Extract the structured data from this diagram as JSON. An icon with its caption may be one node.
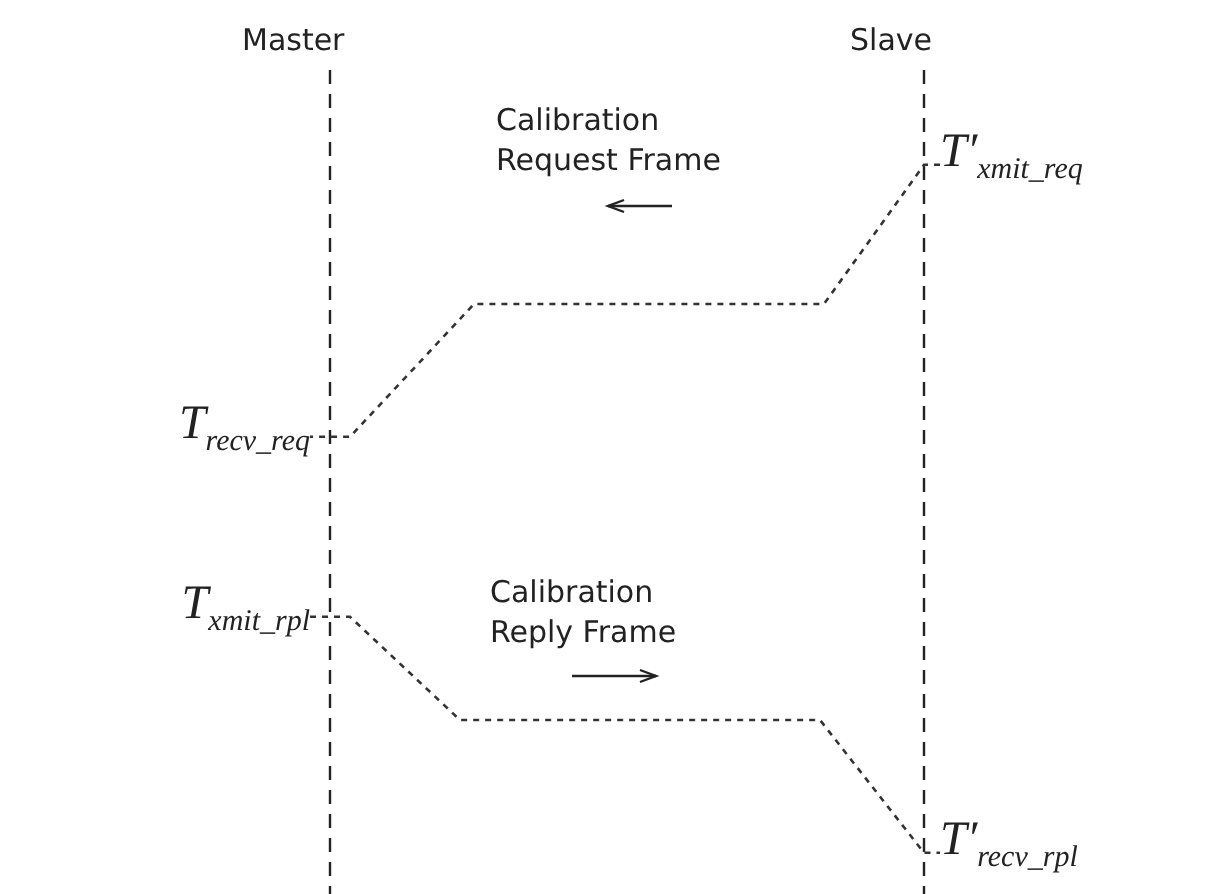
{
  "diagram": {
    "nodes": [
      {
        "text": [
          "T′$_{xmit_req}$"
        ]
      },
      {
        "text": [
          "T$_{recv_req}$"
        ]
      },
      {
        "text": [
          "T$_{xmit_rpl}$"
        ]
      },
      {
        "text": [
          "T′$_{recv_rpl}$"
        ]
      }
    ],
    "edges": [
      {
        "from": 0,
        "to": 1,
        "arrow": "none",
        "style": "dashed"
      },
      {
        "from": 2,
        "to": 3,
        "arrow": "none",
        "style": "dashed"
      }
    ],
    "labels": [
      "Master",
      "Slave",
      "Calibration Request Frame",
      "Calibration Reply Frame"
    ]
  }
}
